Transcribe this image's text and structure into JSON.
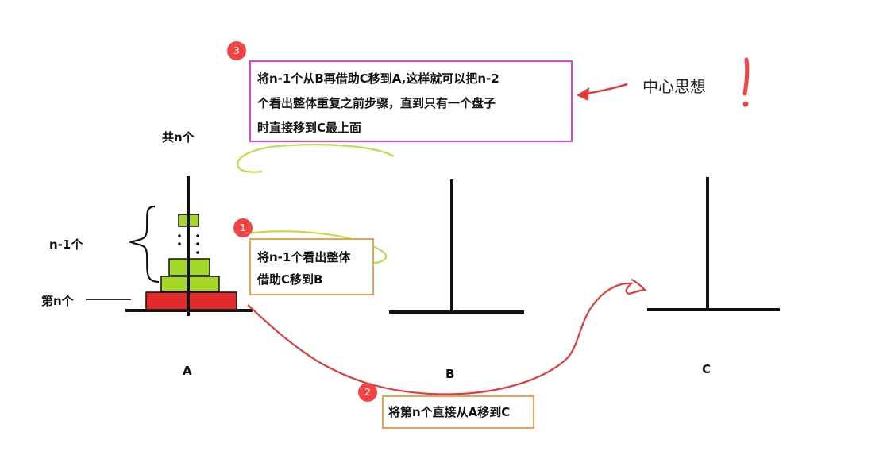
{
  "colors": {
    "badge": "#f24444",
    "disk_top": "#a6d82a",
    "disk_bottom": "#e12a2a",
    "arrow_red": "#e23b3b",
    "arrow_green": "#b8e04a",
    "note_orange_border": "#f0a050",
    "note_magenta_border": "#e040e0",
    "pole": "#111111"
  },
  "labels": {
    "total": "共n个",
    "upper_group": "n-1个",
    "bottom_disk": "第n个",
    "core_idea": "中心思想",
    "exclamation": "!"
  },
  "pegs": {
    "a": "A",
    "b": "B",
    "c": "C"
  },
  "steps": [
    {
      "number": "1",
      "lines": [
        "将n-1个看出整体",
        "借助C移到B"
      ]
    },
    {
      "number": "2",
      "lines": [
        "将第n个直接从A移到C"
      ]
    },
    {
      "number": "3",
      "lines": [
        "将n-1个从B再借助C移到A,这样就可以把n-2",
        "个看出整体重复之前步骤，直到只有一个盘子",
        "时直接移到C最上面"
      ]
    }
  ]
}
